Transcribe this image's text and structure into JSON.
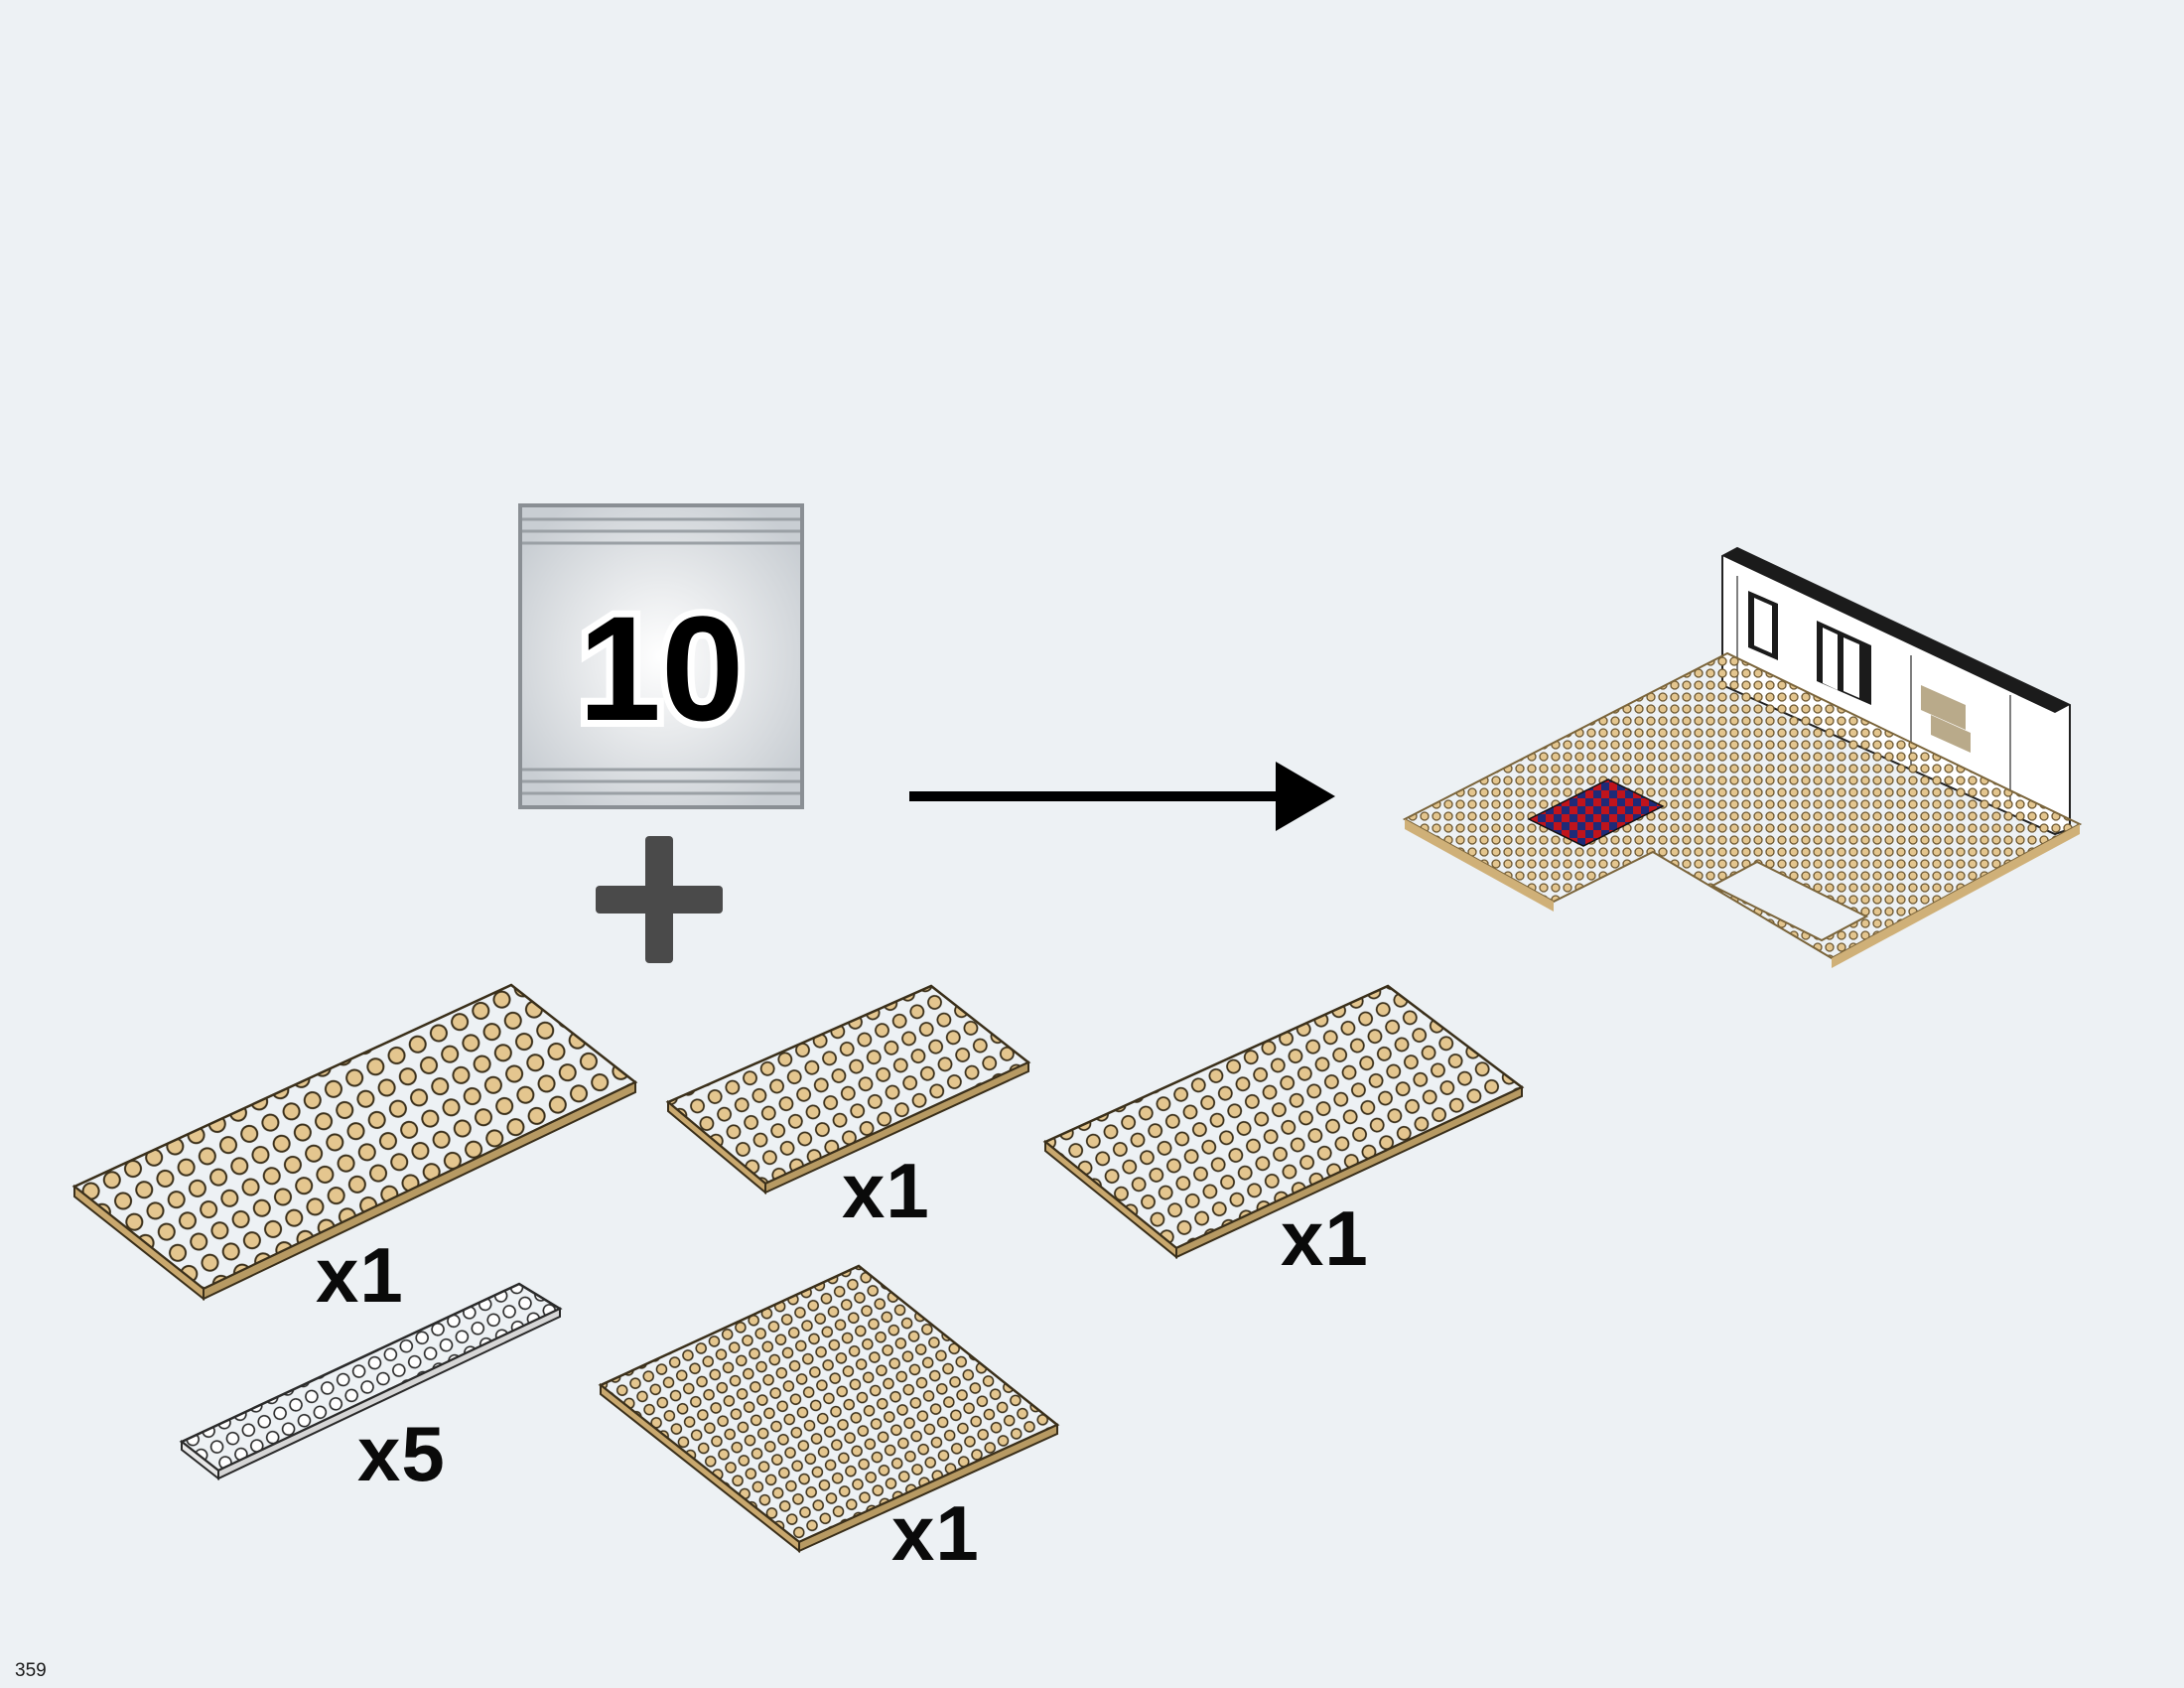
{
  "page_number": "359",
  "bag": {
    "number": "10"
  },
  "parts": [
    {
      "name": "tan-plate-6x16",
      "quantity": "x1",
      "color": "#e4c68f"
    },
    {
      "name": "tan-plate-6x12",
      "quantity": "x1",
      "color": "#e4c68f"
    },
    {
      "name": "tan-plate-8x16",
      "quantity": "x1",
      "color": "#e4c68f"
    },
    {
      "name": "white-plate-2x16",
      "quantity": "x5",
      "color": "#ffffff"
    },
    {
      "name": "tan-plate-16x16",
      "quantity": "x1",
      "color": "#e4c68f"
    }
  ],
  "colors": {
    "background": "#edf1f4",
    "tan": "#e4c68f",
    "tan_shadow": "#b79a63",
    "white": "#ffffff",
    "plus": "#4a4a4a",
    "arrow": "#000000",
    "carpet_red": "#c0141c",
    "carpet_blue": "#1e2a78"
  }
}
